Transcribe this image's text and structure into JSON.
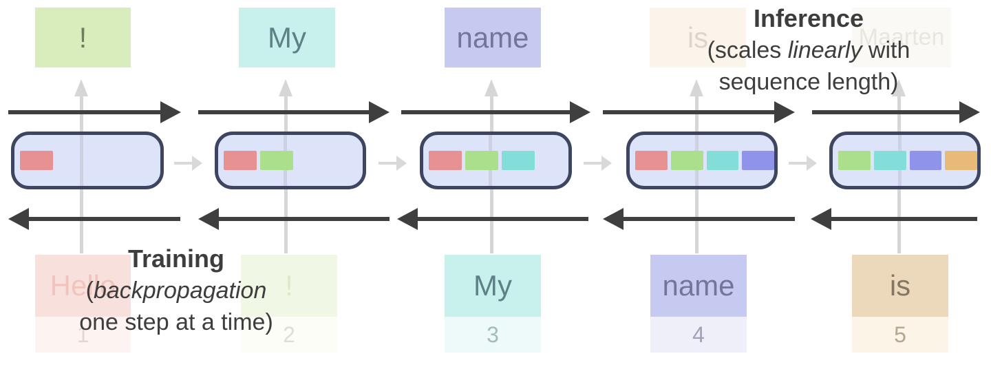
{
  "captions": {
    "inference": {
      "title": "Inference",
      "line2_pre": "(scales ",
      "line2_italic": "linearly",
      "line2_post": " with",
      "line3": "sequence length)"
    },
    "training": {
      "title": "Training",
      "line2_pre": "(",
      "line2_italic": "backpropagation",
      "line2_post": "",
      "line3": "one step at a time)"
    }
  },
  "colors": {
    "dark_arrow": "#3f3f3f",
    "gray_arrow": "#d6d6d6",
    "state_box_fill": "#dde3f9",
    "state_box_border": "#3d4560",
    "caption_text": "#3d3d3d"
  },
  "top_tokens": [
    {
      "label": "!",
      "bg": "#d9edbc",
      "fg": "#6e7f60"
    },
    {
      "label": "My",
      "bg": "#c8f1ee",
      "fg": "#5e8186"
    },
    {
      "label": "name",
      "bg": "#c7caf0",
      "fg": "#73769b"
    },
    {
      "label": "is",
      "bg": "#faf4ea",
      "fg": "#ddd5cb"
    },
    {
      "label": "Maarten",
      "bg": "#faf9f5",
      "fg": "#e9e6de"
    }
  ],
  "bottom_tokens": [
    {
      "label": "Hello",
      "num": "1",
      "bg": "#f8e1dd",
      "fg": "#f1c4bd",
      "strip_bg": "#fdf3f1",
      "num_fg": "#e4d5d2"
    },
    {
      "label": "!",
      "num": "2",
      "bg": "#f0f8e5",
      "fg": "#dce9c8",
      "strip_bg": "#fbfdf6",
      "num_fg": "#dcdfd5"
    },
    {
      "label": "My",
      "num": "3",
      "bg": "#c8f1ee",
      "fg": "#5e8186",
      "strip_bg": "#eefaf9",
      "num_fg": "#a3bbb9"
    },
    {
      "label": "name",
      "num": "4",
      "bg": "#c7caf0",
      "fg": "#73769b",
      "strip_bg": "#efeff9",
      "num_fg": "#9fa1bc"
    },
    {
      "label": "is",
      "num": "5",
      "bg": "#ecd9bb",
      "fg": "#857663",
      "strip_bg": "#fbf4e7",
      "num_fg": "#b5a78f"
    }
  ],
  "state_boxes": [
    {
      "cells": [
        {
          "name": "red",
          "color": "#e89192"
        }
      ]
    },
    {
      "cells": [
        {
          "name": "red",
          "color": "#e89192"
        },
        {
          "name": "green",
          "color": "#abdf8b"
        }
      ]
    },
    {
      "cells": [
        {
          "name": "red",
          "color": "#e89192"
        },
        {
          "name": "green",
          "color": "#abdf8b"
        },
        {
          "name": "cyan",
          "color": "#83ddd9"
        }
      ]
    },
    {
      "cells": [
        {
          "name": "red",
          "color": "#e89192"
        },
        {
          "name": "green",
          "color": "#abdf8b"
        },
        {
          "name": "cyan",
          "color": "#83ddd9"
        },
        {
          "name": "purple",
          "color": "#8f93e9"
        }
      ]
    },
    {
      "cells": [
        {
          "name": "green",
          "color": "#abdf8b"
        },
        {
          "name": "cyan",
          "color": "#83ddd9"
        },
        {
          "name": "purple",
          "color": "#8f93e9"
        },
        {
          "name": "orange",
          "color": "#e7ba77"
        }
      ]
    }
  ]
}
